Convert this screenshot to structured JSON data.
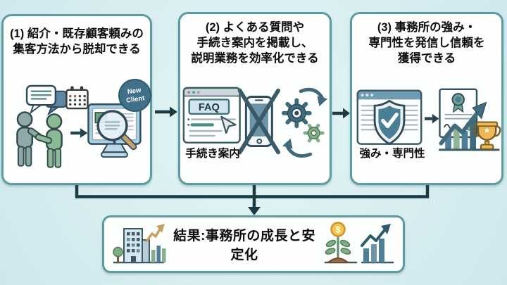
{
  "colors": {
    "page-bg": "#d7edf0",
    "card-bg": "#fcfffd",
    "card-border": "#5e9ba1",
    "connector": "#1c3a44",
    "badge-bg": "#41718a",
    "teal-dark": "#3f6b7c",
    "steel-blue": "#4f7f96",
    "green": "#86ae8f",
    "gold": "#ecb954"
  },
  "cards": {
    "card1": {
      "title": "(1) 紹介・既存顧客頼みの\n集客方法から脱却できる",
      "badge_label": "New\nClient"
    },
    "card2": {
      "title": "(2) よくある質問や\n手続き案内を掲載し、\n説明業務を効率化できる",
      "faq_label": "FAQ",
      "caption": "手続き案内"
    },
    "card3": {
      "title": "(3) 事務所の強み・\n専門性を発信し信頼を\n獲得できる",
      "caption": "強み・専門性"
    }
  },
  "result": {
    "label": "結果:事務所の成長と安定化",
    "coin_symbol": "$"
  },
  "icons": {
    "card1": [
      "speech-bubbles-icon",
      "calendar-icon",
      "handshake-people-icon",
      "small-right-arrow-icon",
      "monitor-search-icon",
      "magnifier-icon",
      "new-client-badge"
    ],
    "card2": [
      "faq-browser-icon",
      "cursor-icon",
      "no-phone-icon",
      "gears-sync-icon"
    ],
    "card3": [
      "shield-browser-icon",
      "small-right-arrow-icon",
      "certificate-icon",
      "growth-arrow-chart-icon",
      "trophy-icon"
    ],
    "result": [
      "office-building-icon",
      "growth-bars-icon",
      "money-plant-icon",
      "rising-chart-icon"
    ],
    "connectors": [
      "arrow-card1-card2",
      "arrow-card2-card3",
      "merge-connector",
      "down-arrow"
    ]
  }
}
